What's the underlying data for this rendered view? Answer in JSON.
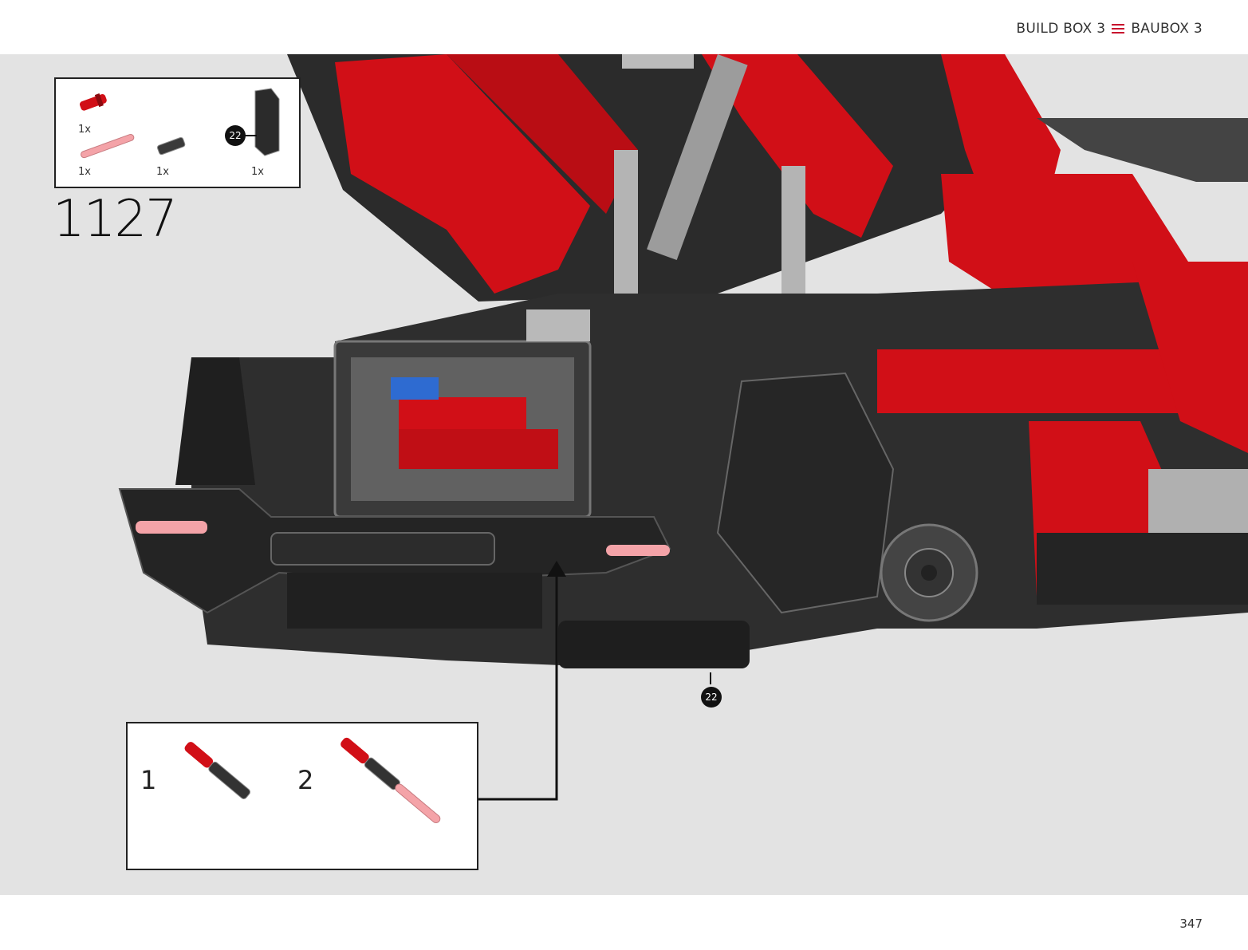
{
  "header": {
    "build_box_en": "BUILD BOX 3",
    "build_box_de": "BAUBOX 3"
  },
  "parts_list": {
    "items": [
      {
        "name": "red-connector-pin",
        "quantity": "1x",
        "color": "#d10f17"
      },
      {
        "name": "trans-red-axle",
        "quantity": "1x",
        "color": "#f4a3a8"
      },
      {
        "name": "black-axle-connector",
        "quantity": "1x",
        "color": "#333333"
      },
      {
        "name": "black-bracket-part-22",
        "quantity": "1x",
        "color": "#2b2b2b",
        "ref": "22"
      }
    ]
  },
  "step": {
    "number": "1127"
  },
  "model": {
    "callout_ref": "22"
  },
  "sub_assembly": {
    "steps": [
      {
        "label": "1"
      },
      {
        "label": "2"
      }
    ]
  },
  "footer": {
    "page_number": "347"
  },
  "colors": {
    "lego_red": "#d10f17",
    "lego_black": "#2b2b2b",
    "light_grey": "#a9a9a9",
    "background_grey": "#e3e3e3",
    "accent_menu": "#c8102e"
  }
}
